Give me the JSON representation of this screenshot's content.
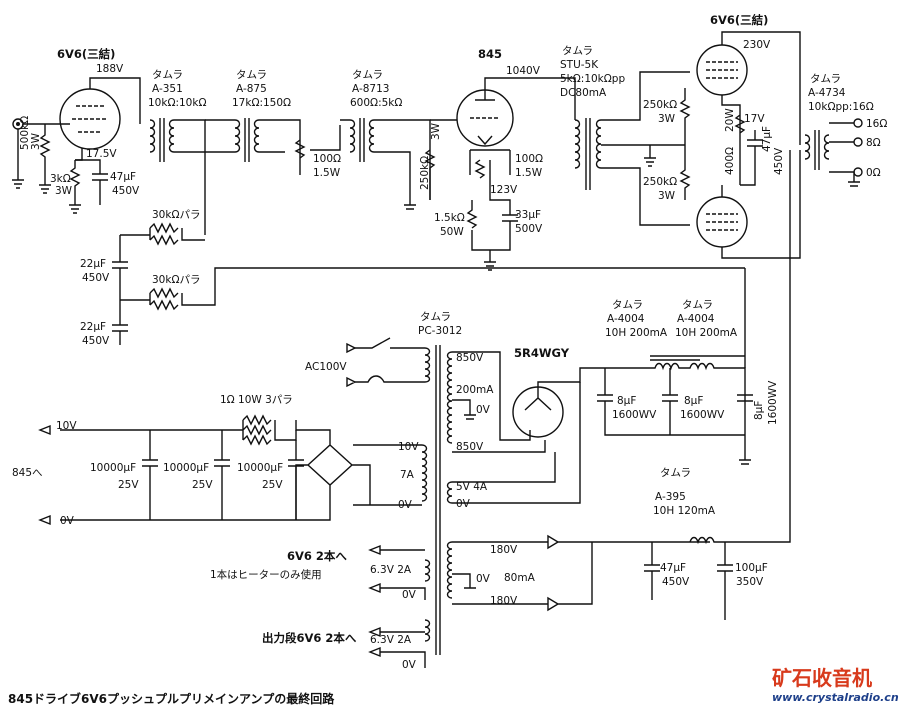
{
  "caption": "845ドライブ6V6プッシュプルプリメインアンプの最終回路",
  "watermark": {
    "title": "矿石收音机",
    "url": "www.crystalradio.cn"
  },
  "tubes": {
    "input": "6V6(三結)",
    "driver": "845",
    "output": "6V6(三結)",
    "rectifier": "5R4WGY"
  },
  "voltages": {
    "v188": "188V",
    "v17_5": "17.5V",
    "v1040": "1040V",
    "v123": "123V",
    "v230": "230V",
    "v17": "17V"
  },
  "transformers": {
    "t1": {
      "maker": "タムラ",
      "model": "A-351",
      "ratio": "10kΩ:10kΩ"
    },
    "t2": {
      "maker": "タムラ",
      "model": "A-875",
      "ratio": "17kΩ:150Ω"
    },
    "t3": {
      "maker": "タムラ",
      "model": "A-8713",
      "ratio": "600Ω:5kΩ"
    },
    "t4": {
      "maker": "タムラ",
      "model": "STU-5K",
      "ratio": "5kΩ:10kΩpp",
      "current": "DC80mA"
    },
    "t5": {
      "maker": "タムラ",
      "model": "A-4734",
      "ratio": "10kΩpp:16Ω"
    },
    "power": {
      "maker": "タムラ",
      "model": "PC-3012"
    },
    "ch1": {
      "maker": "タムラ",
      "model": "A-4004",
      "spec": "10H 200mA"
    },
    "ch2": {
      "maker": "タムラ",
      "model": "A-4004",
      "spec": "10H 200mA"
    },
    "ch3": {
      "maker": "タムラ",
      "model": "A-395",
      "spec": "10H 120mA"
    }
  },
  "components": {
    "r_in_a": "500kΩ",
    "r_in_b": "3W",
    "r_k_a": "3kΩ",
    "r_k_b": "3W",
    "c_k_a": "47μF",
    "c_k_b": "450V",
    "r_pot1_a": "100Ω",
    "r_pot1_b": "1.5W",
    "r_250k_a": "250kΩ",
    "r_250k_b": "3W",
    "r_pot2_a": "100Ω",
    "r_pot2_b": "1.5W",
    "r_1k5_a": "1.5kΩ",
    "r_1k5_b": "50W",
    "c_33_a": "33μF",
    "c_33_b": "500V",
    "r_250k2_a": "250kΩ",
    "r_250k2_b": "3W",
    "r_250k3_a": "250kΩ",
    "r_250k3_b": "3W",
    "r_400_a": "400Ω",
    "r_400_b": "20W",
    "c_47o_a": "47μF",
    "c_47o_b": "450V",
    "r_30k1": "30kΩパラ",
    "r_30k2": "30kΩパラ",
    "c_22a_a": "22μF",
    "c_22a_b": "450V",
    "c_22b_a": "22μF",
    "c_22b_b": "450V",
    "c_8a_a": "8μF",
    "c_8a_b": "1600WV",
    "c_8b_a": "8μF",
    "c_8b_b": "1600WV",
    "c_8c_a": "8μF",
    "c_8c_b": "1600WV",
    "r_1ohm": "1Ω 10W 3パラ",
    "c_10000a_a": "10000μF",
    "c_10000a_b": "25V",
    "c_10000b_a": "10000μF",
    "c_10000b_b": "25V",
    "c_10000c_a": "10000μF",
    "c_10000c_b": "25V",
    "c_47p_a": "47μF",
    "c_47p_b": "450V",
    "c_100p_a": "100μF",
    "c_100p_b": "350V"
  },
  "outputs": {
    "o16": "16Ω",
    "o8": "8Ω",
    "o0": "0Ω"
  },
  "power": {
    "ac": "AC100V",
    "w850a": "850V",
    "w200": "200mA",
    "w0a": "0V",
    "w850b": "850V",
    "w10": "10V",
    "w7a": "7A",
    "w0b": "0V",
    "w5v": "5V 4A",
    "w0c": "0V",
    "w180a": "180V",
    "w0d": "0V",
    "w80": "80mA",
    "w180b": "180V",
    "w63a": "6.3V 2A",
    "w0e": "0V",
    "w63b": "6.3V 2A",
    "w0f": "0V"
  },
  "heater": {
    "v10": "10V",
    "v0": "0V",
    "to845": "845へ",
    "to6v6_a": "6V6 2本へ",
    "to6v6_b": "1本はヒーターのみ使用",
    "to_out": "出力段6V6 2本へ"
  }
}
